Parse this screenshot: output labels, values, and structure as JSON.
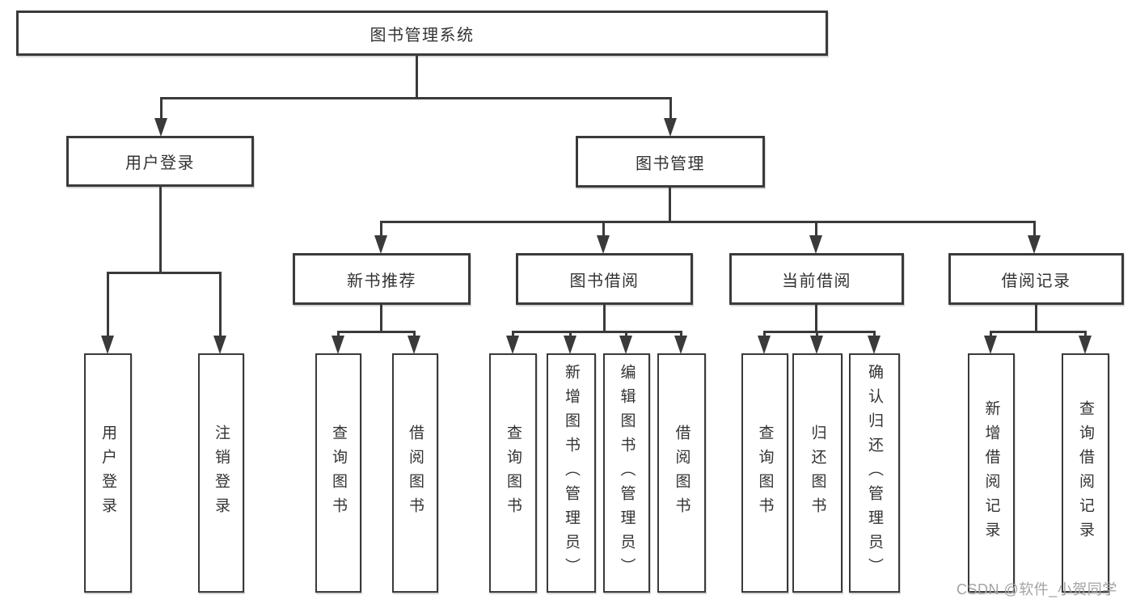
{
  "diagram": {
    "title": "图书管理系统",
    "type": "functional-structure-tree"
  },
  "tree": {
    "root": {
      "label": "图书管理系统",
      "children": [
        {
          "label": "用户登录",
          "children": [
            {
              "label": "用户登录"
            },
            {
              "label": "注销登录"
            }
          ]
        },
        {
          "label": "图书管理",
          "children": [
            {
              "label": "新书推荐",
              "children": [
                {
                  "label": "查询图书"
                },
                {
                  "label": "借阅图书"
                }
              ]
            },
            {
              "label": "图书借阅",
              "children": [
                {
                  "label": "查询图书"
                },
                {
                  "label": "新增图书（管理员）"
                },
                {
                  "label": "编辑图书（管理员）"
                },
                {
                  "label": "借阅图书"
                }
              ]
            },
            {
              "label": "当前借阅",
              "children": [
                {
                  "label": "查询图书"
                },
                {
                  "label": "归还图书"
                },
                {
                  "label": "确认归还（管理员）"
                }
              ]
            },
            {
              "label": "借阅记录",
              "children": [
                {
                  "label": "新增借阅记录"
                },
                {
                  "label": "查询借阅记录"
                }
              ]
            }
          ]
        }
      ]
    }
  },
  "watermark": {
    "text": "CSDN @软件_小贺同学"
  },
  "colors": {
    "line": "#3a3a3a",
    "border": "#3a3a3a",
    "text": "#333333",
    "watermark": "#a3a3a8",
    "background": "#ffffff"
  }
}
